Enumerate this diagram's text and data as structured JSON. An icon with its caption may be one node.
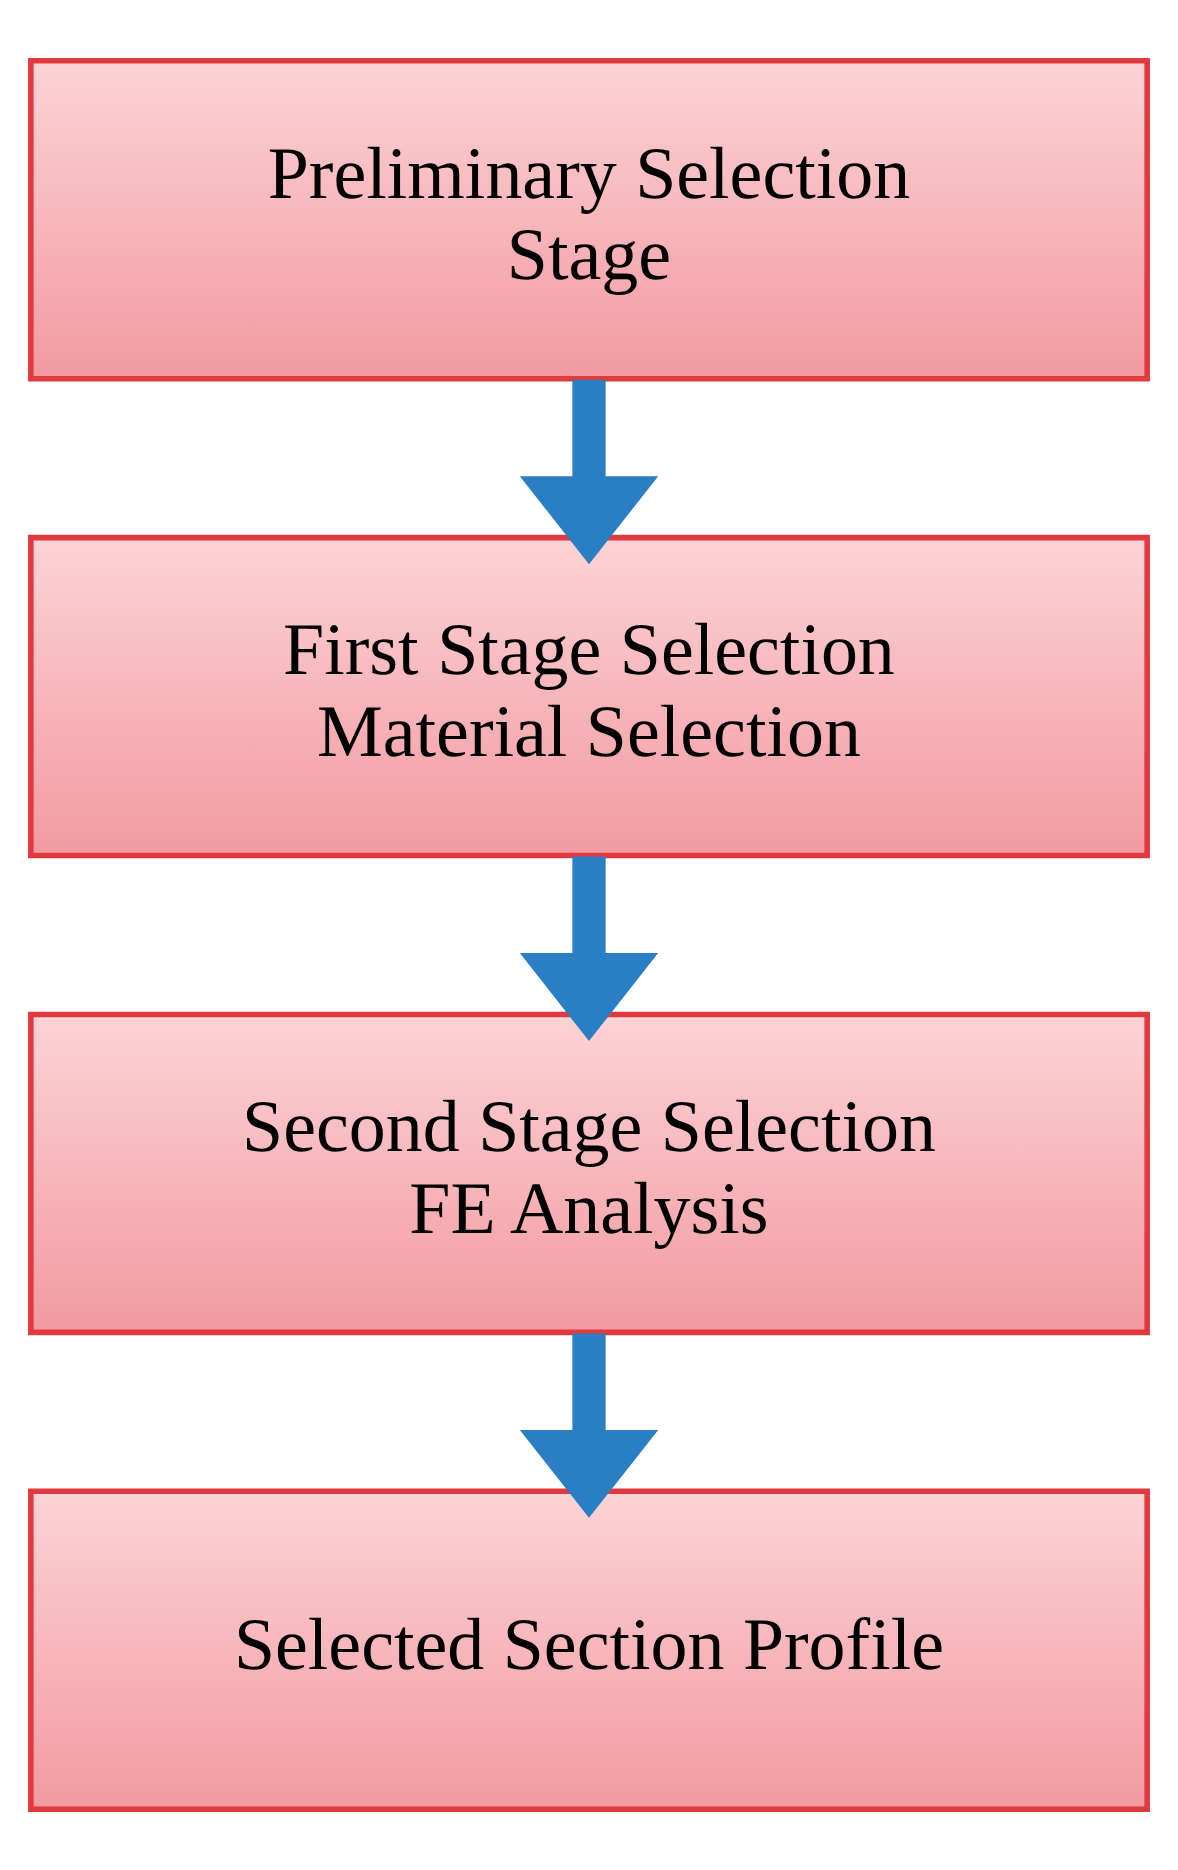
{
  "diagram": {
    "nodes": [
      {
        "text": [
          "Preliminary Selection Stage"
        ]
      },
      {
        "text": [
          "First Stage Selection Material Selection"
        ]
      },
      {
        "text": [
          "Second Stage Selection FE Analysis"
        ]
      },
      {
        "text": [
          "Selected Section Profile"
        ]
      }
    ],
    "edges": [
      {
        "from": 0,
        "to": 1,
        "arrow": "to"
      },
      {
        "from": 1,
        "to": 2,
        "arrow": "to"
      },
      {
        "from": 2,
        "to": 3,
        "arrow": "to"
      }
    ]
  }
}
